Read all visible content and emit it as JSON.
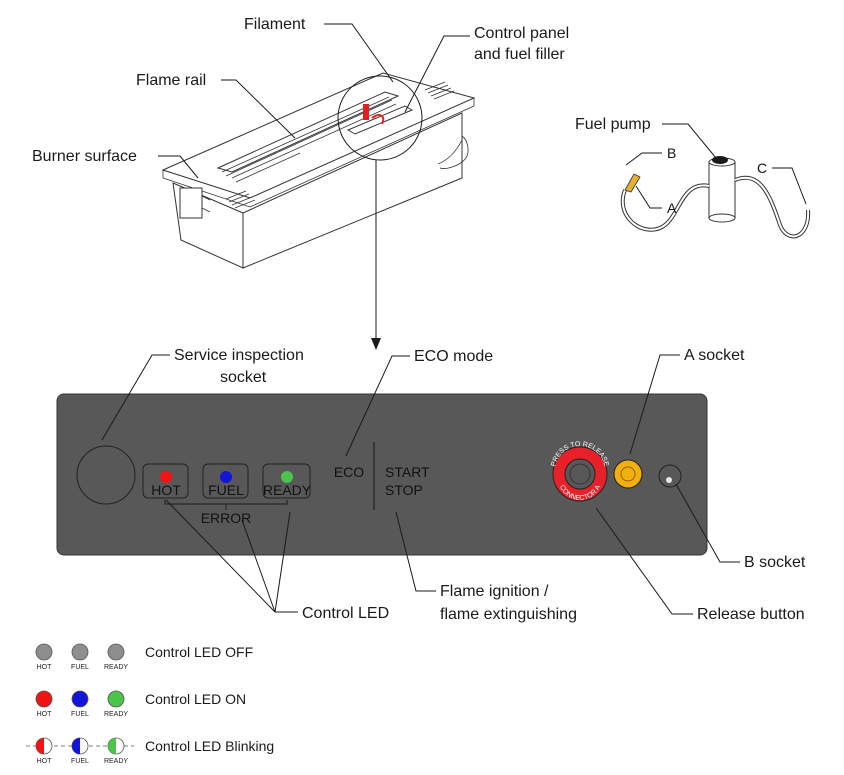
{
  "callouts": {
    "filament": "Filament",
    "control_panel_line1": "Control panel",
    "control_panel_line2": "and fuel filler",
    "flame_rail": "Flame rail",
    "burner_surface": "Burner surface",
    "fuel_pump": "Fuel pump",
    "pump_b": "B",
    "pump_a": "A",
    "pump_c": "C",
    "service_line1": "Service inspection",
    "service_line2": "socket",
    "eco_mode": "ECO mode",
    "a_socket": "A socket",
    "b_socket": "B socket",
    "control_led": "Control LED",
    "flame_line1": "Flame ignition /",
    "flame_line2": "flame extinguishing",
    "release_button": "Release button"
  },
  "panel": {
    "hot": "HOT",
    "fuel": "FUEL",
    "ready": "READY",
    "error": "ERROR",
    "eco": "ECO",
    "start": "START",
    "stop": "STOP",
    "release_ring_top": "PRESS TO RELEASE",
    "release_ring_bottom": "CONNECTOR A"
  },
  "legend": {
    "off": "Control LED OFF",
    "on": "Control LED ON",
    "blinking": "Control LED Blinking",
    "hot": "HOT",
    "fuel": "FUEL",
    "ready": "READY"
  },
  "colors": {
    "panel": "#585858",
    "led_hot": "#f01414",
    "led_fuel": "#1414d8",
    "led_ready": "#4cc44c",
    "led_off": "#8e8e8e",
    "release_red": "#e8202a",
    "a_socket_yellow": "#f2b010"
  }
}
